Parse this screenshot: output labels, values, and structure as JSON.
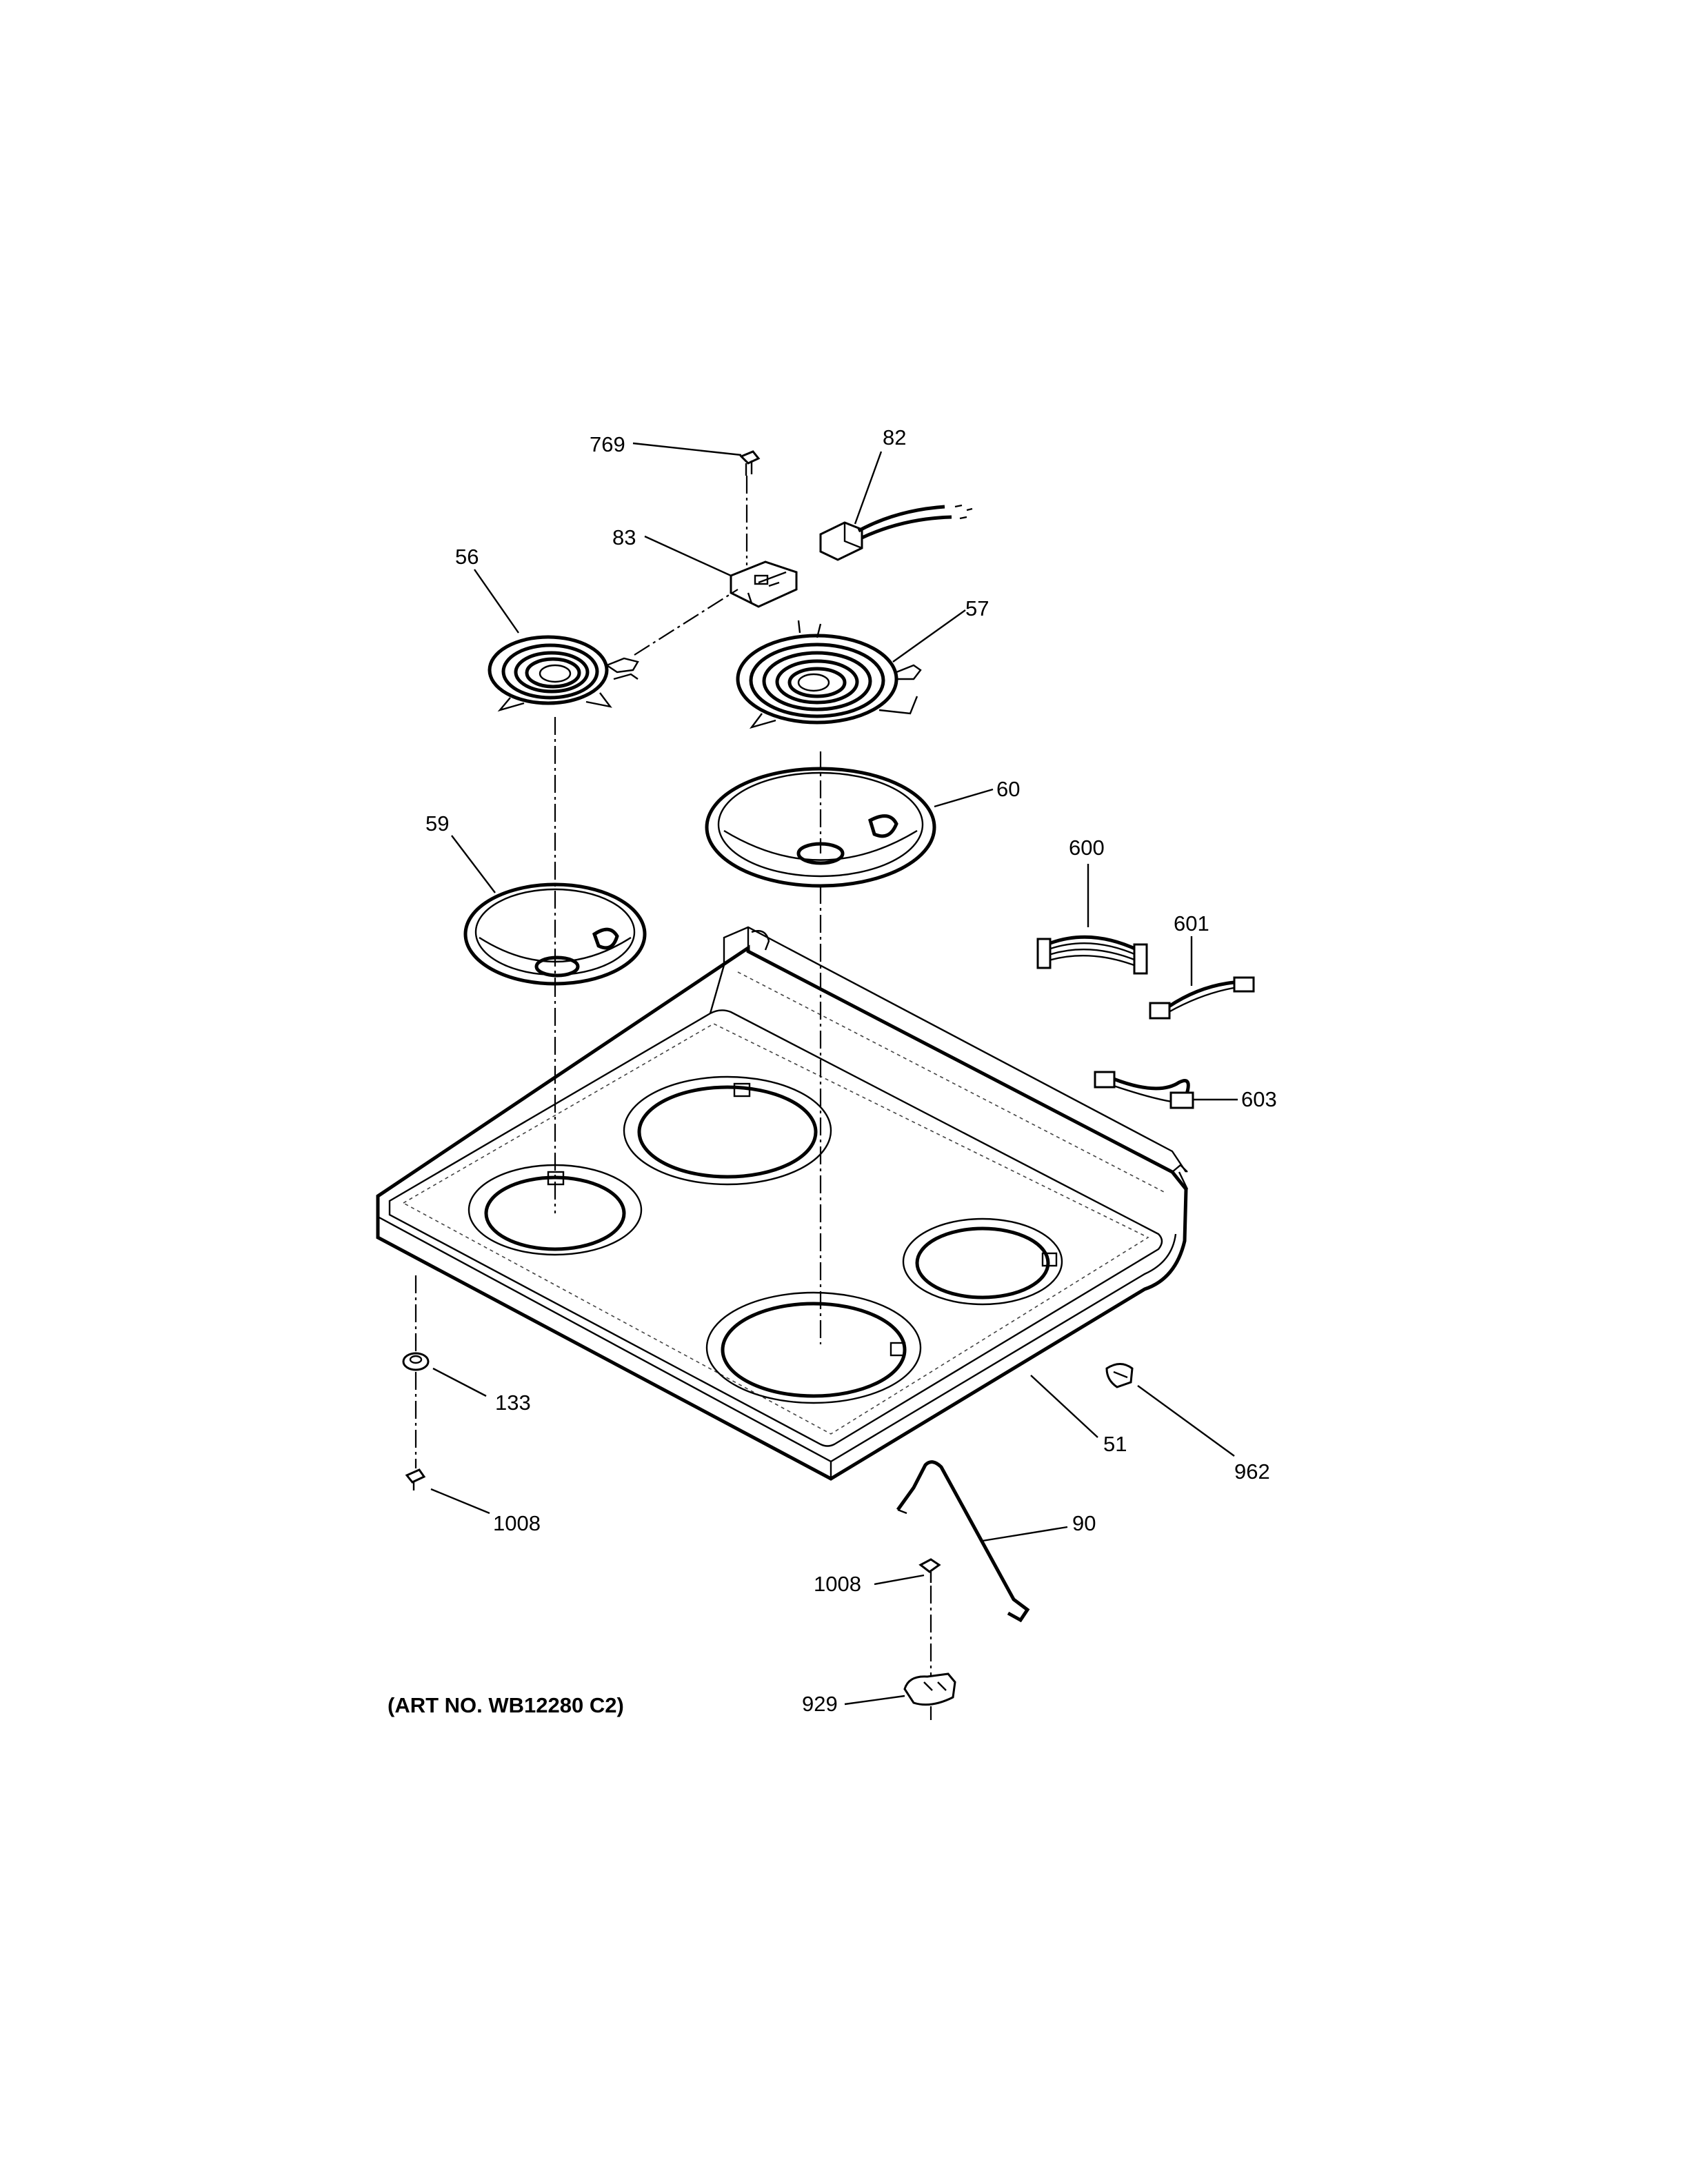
{
  "diagram": {
    "art_number": "(ART NO. WB12280 C2)",
    "callouts": {
      "c769": "769",
      "c82": "82",
      "c83": "83",
      "c56": "56",
      "c57": "57",
      "c60": "60",
      "c59": "59",
      "c600": "600",
      "c601": "601",
      "c603": "603",
      "c133": "133",
      "c51": "51",
      "c962": "962",
      "c1008a": "1008",
      "c90": "90",
      "c1008b": "1008",
      "c929": "929"
    }
  }
}
